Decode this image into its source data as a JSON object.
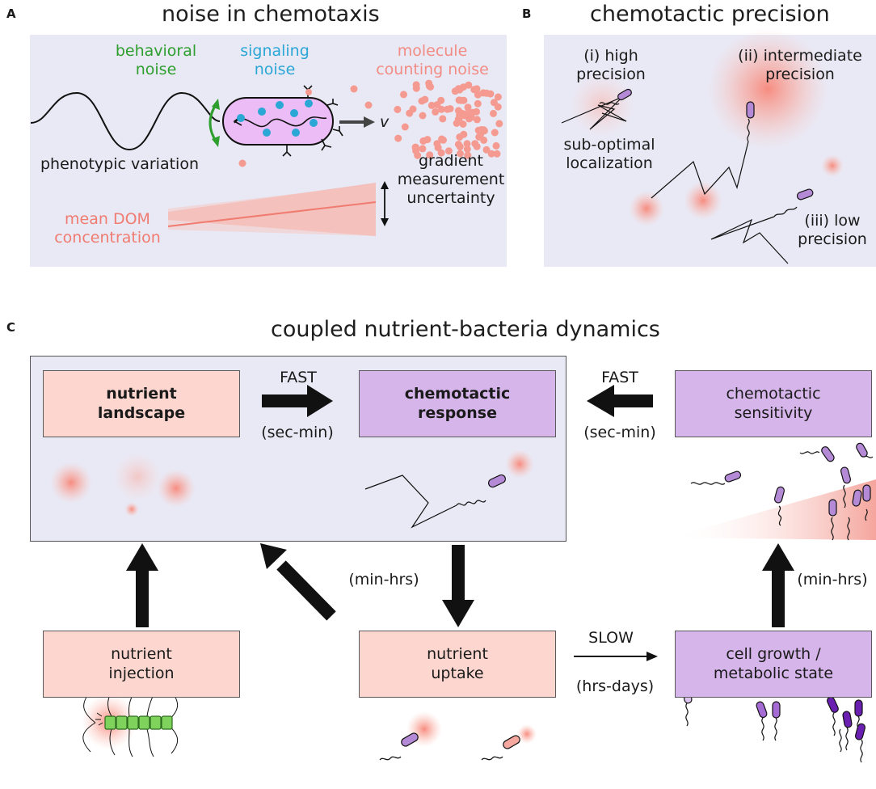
{
  "panelA": {
    "letter": "A",
    "title": "noise in chemotaxis",
    "behavioral": "behavioral\nnoise",
    "signaling": "signaling\nnoise",
    "molecule": "molecule\ncounting noise",
    "velocity": "v",
    "phenotypic": "phenotypic variation",
    "gradient": "gradient\nmeasurement\nuncertainty",
    "mean_dom": "mean DOM\nconcentration"
  },
  "panelB": {
    "letter": "B",
    "title": "chemotactic precision",
    "high": "(i) high\nprecision",
    "intermediate": "(ii) intermediate\nprecision",
    "low": "(iii) low\nprecision",
    "suboptimal": "sub-optimal\nlocalization"
  },
  "panelC": {
    "letter": "C",
    "title": "coupled nutrient-bacteria dynamics",
    "nutrient_landscape": "nutrient\nlandscape",
    "chemotactic_response": "chemotactic\nresponse",
    "chemotactic_sensitivity": "chemotactic\nsensitivity",
    "nutrient_injection": "nutrient\ninjection",
    "nutrient_uptake": "nutrient\nuptake",
    "cell_growth": "cell growth /\nmetabolic state",
    "fast1": "FAST",
    "fast1_time": "(sec-min)",
    "fast2": "FAST",
    "fast2_time": "(sec-min)",
    "slow": "SLOW",
    "slow_time": "(hrs-days)",
    "minhrs1": "(min-hrs)",
    "minhrs2": "(min-hrs)"
  },
  "colors": {
    "panel_bg": "#e9e9f5",
    "salmon_box": "#fcd6cf",
    "purple_box": "#d6b5eb",
    "nutrient": "#f7a095",
    "behavioral_green": "#2e9e2e",
    "signaling_blue": "#2ba7d6",
    "molecule_pink": "#f28c84",
    "bacterium_purple": "#b48ad6"
  }
}
